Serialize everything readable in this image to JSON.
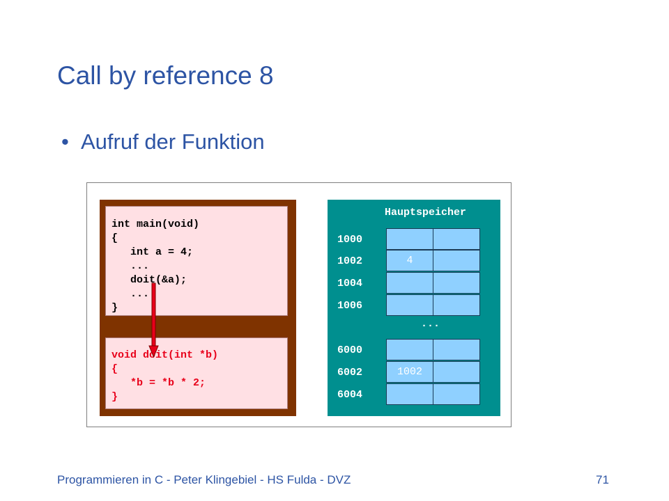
{
  "slide": {
    "title": "Call by reference 8",
    "bullet": "Aufruf der Funktion",
    "bullet_marker": "•"
  },
  "figure": {
    "main_code": "int main(void)\n{\n   int a = 4;\n   ...\n   doit(&a);\n   ...\n}",
    "doit_code": "void doit(int *b)\n{\n   *b = *b * 2;\n}",
    "memory": {
      "title": "Hauptspeicher",
      "ellipsis": "...",
      "addresses": [
        "1000",
        "1002",
        "1004",
        "1006",
        "6000",
        "6002",
        "6004"
      ],
      "values": {
        "1002": "4",
        "6002": "1002"
      }
    },
    "colors": {
      "code_frame": "#7f3300",
      "code_background": "#ffe0e4",
      "doit_text": "#e8001a",
      "arrow": "#e8001a",
      "memory_background": "#008f8f",
      "memory_cell": "#8fd0ff"
    }
  },
  "footer": {
    "left": "Programmieren in C - Peter Klingebiel - HS Fulda - DVZ",
    "page_number": "71"
  },
  "theme": {
    "text_color": "#2d54a4"
  }
}
